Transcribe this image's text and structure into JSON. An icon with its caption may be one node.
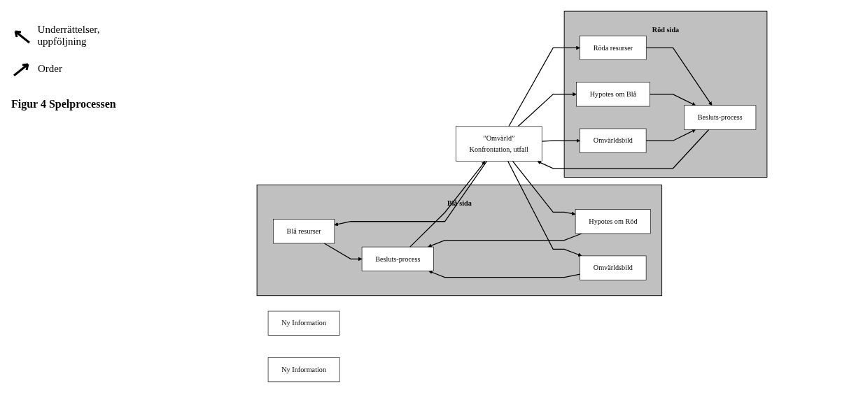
{
  "diagram": {
    "caption": "Figur 4 Spelprocessen",
    "nodes": [
      {
        "text": [
          "Blå sida"
        ]
      },
      {
        "text": [
          "Blå resurser"
        ],
        "in": 0
      },
      {
        "text": [
          "Hypotes om Röd"
        ],
        "in": 0
      },
      {
        "text": [
          "Omvärldsbild"
        ],
        "in": 0
      },
      {
        "text": [
          "Besluts-process"
        ],
        "in": 0
      },
      {
        "text": [
          "Röd sida"
        ]
      },
      {
        "text": [
          "Röda resurser"
        ],
        "in": 5
      },
      {
        "text": [
          "Hypotes om Blå"
        ],
        "in": 5
      },
      {
        "text": [
          "Omvärldsbild"
        ],
        "in": 5
      },
      {
        "text": [
          "Besluts-process"
        ],
        "in": 5
      },
      {
        "text": [
          "”Omvärld”",
          "Konfrontation, utfall"
        ]
      },
      {
        "text": [
          "Ny Information"
        ]
      },
      {
        "text": [
          "Ny Information"
        ]
      }
    ],
    "edges": [
      {
        "from": 1,
        "to": 4,
        "arrow": "to"
      },
      {
        "from": 2,
        "to": 4,
        "arrow": "to"
      },
      {
        "from": 3,
        "to": 4,
        "arrow": "to"
      },
      {
        "from": 6,
        "to": 9,
        "arrow": "to"
      },
      {
        "from": 7,
        "to": 9,
        "arrow": "to"
      },
      {
        "from": 8,
        "to": 9,
        "arrow": "to"
      },
      {
        "from": 4,
        "to": 10,
        "arrow": "to"
      },
      {
        "from": 9,
        "to": 10,
        "arrow": "to"
      },
      {
        "from": 10,
        "to": 1,
        "arrow": "to"
      },
      {
        "from": 10,
        "to": 2,
        "arrow": "to"
      },
      {
        "from": 10,
        "to": 3,
        "arrow": "to"
      },
      {
        "from": 10,
        "to": 6,
        "arrow": "to"
      },
      {
        "from": 10,
        "to": 7,
        "arrow": "to"
      },
      {
        "from": 10,
        "to": 8,
        "arrow": "to"
      }
    ],
    "labels": [
      "Underrättelser, uppföljning",
      "Order"
    ]
  }
}
